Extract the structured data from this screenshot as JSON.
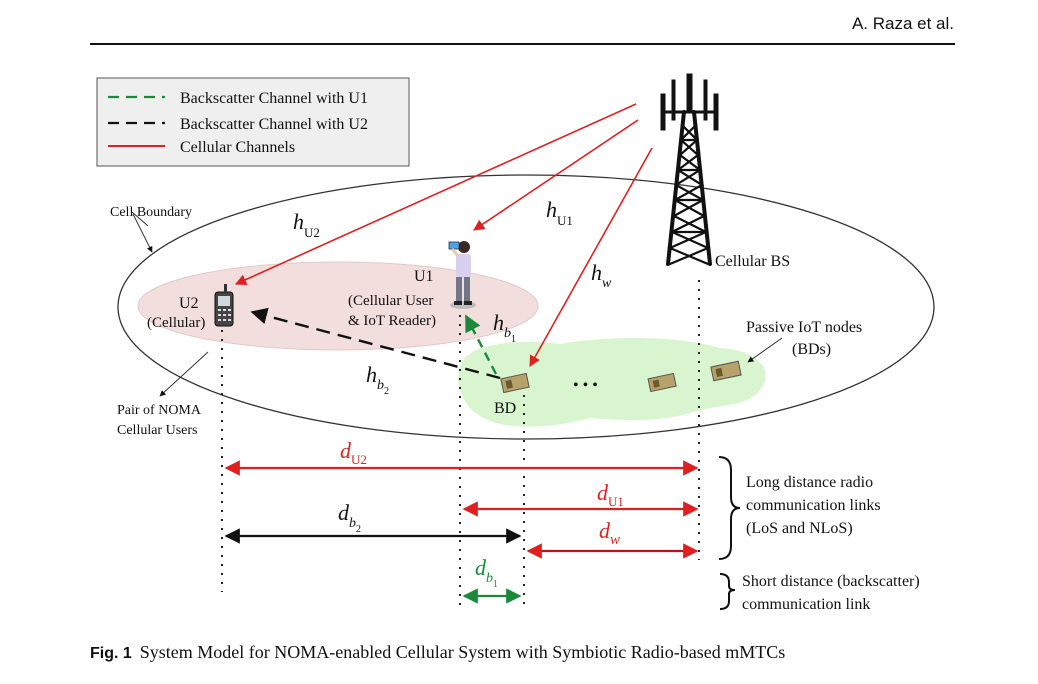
{
  "header": {
    "author": "A. Raza et al."
  },
  "legend": {
    "items": [
      {
        "label": "Backscatter Channel with U1",
        "color": "#1a8a3a",
        "style": "dashed"
      },
      {
        "label": "Backscatter Channel with U2",
        "color": "#111111",
        "style": "dashed"
      },
      {
        "label": "Cellular Channels",
        "color": "#e02020",
        "style": "solid"
      }
    ]
  },
  "labels": {
    "cell_boundary": "Cell Boundary",
    "cellular_bs": "Cellular BS",
    "u2_name": "U2",
    "u2_desc": "(Cellular)",
    "u1_name": "U1",
    "u1_desc1": "(Cellular User",
    "u1_desc2": "& IoT Reader)",
    "passive1": "Passive IoT nodes",
    "passive2": "(BDs)",
    "noma1": "Pair of NOMA",
    "noma2": "Cellular Users",
    "bd": "BD",
    "dots": "• • •",
    "long1": "Long distance radio",
    "long2": "communication links",
    "long3": "(LoS and NLoS)",
    "short1": "Short distance (backscatter)",
    "short2": "communication link"
  },
  "symbols": {
    "h_u2": {
      "base": "h",
      "sub": "U2"
    },
    "h_u1": {
      "base": "h",
      "sub": "U1"
    },
    "h_w": {
      "base": "h",
      "sub": "w"
    },
    "h_b1": {
      "base": "h",
      "sub": "b",
      "subsub": "1"
    },
    "h_b2": {
      "base": "h",
      "sub": "b",
      "subsub": "2"
    },
    "d_u2": {
      "base": "d",
      "sub": "U2"
    },
    "d_u1": {
      "base": "d",
      "sub": "U1"
    },
    "d_w": {
      "base": "d",
      "sub": "w"
    },
    "d_b2": {
      "base": "d",
      "sub": "b",
      "subsub": "2"
    },
    "d_b1": {
      "base": "d",
      "sub": "b",
      "subsub": "1"
    }
  },
  "colors": {
    "cellular": "#e02020",
    "backscatter_u1": "#1a8a3a",
    "backscatter_u2": "#111111",
    "noma_zone": "#f3dede",
    "bd_zone": "#d9f5cf",
    "legend_bg": "#efefef"
  },
  "caption": {
    "label": "Fig. 1",
    "text": "System Model for NOMA-enabled Cellular System with Symbiotic Radio-based mMTCs"
  }
}
